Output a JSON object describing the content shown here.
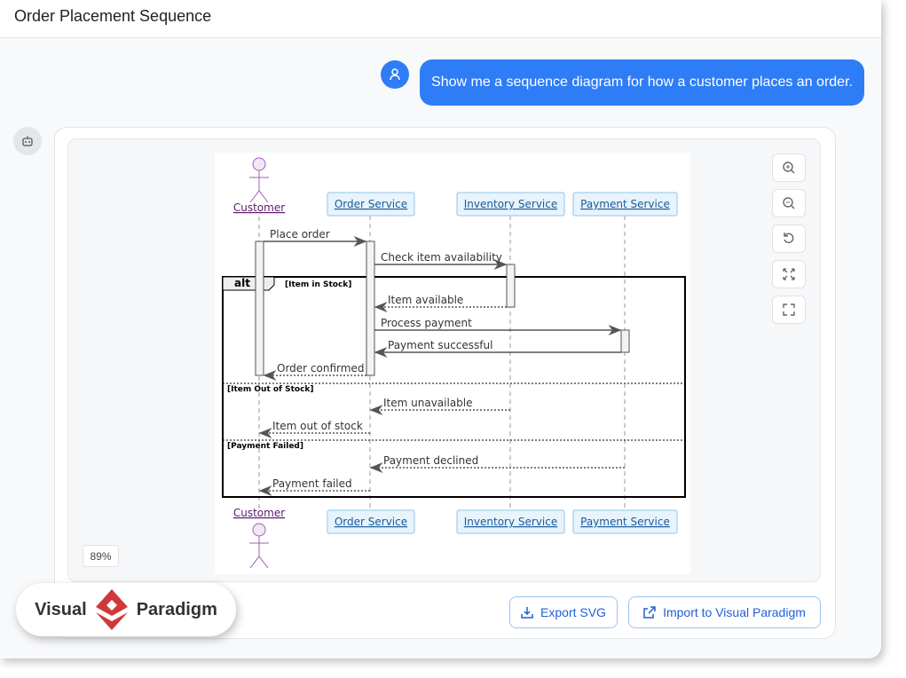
{
  "header": {
    "title": "Order Placement Sequence"
  },
  "chat": {
    "user_message": "Show me a sequence diagram for how a customer places an order."
  },
  "diagram": {
    "participants": [
      {
        "name": "Customer",
        "type": "actor"
      },
      {
        "name": "Order Service",
        "type": "participant"
      },
      {
        "name": "Inventory Service",
        "type": "participant"
      },
      {
        "name": "Payment Service",
        "type": "participant"
      }
    ],
    "messages": [
      {
        "from": 0,
        "to": 1,
        "label": "Place order",
        "style": "solid"
      },
      {
        "from": 1,
        "to": 2,
        "label": "Check item availability",
        "style": "solid"
      },
      {
        "from": 2,
        "to": 1,
        "label": "Item available",
        "style": "dashed"
      },
      {
        "from": 1,
        "to": 3,
        "label": "Process payment",
        "style": "solid"
      },
      {
        "from": 3,
        "to": 1,
        "label": "Payment successful",
        "style": "solid"
      },
      {
        "from": 1,
        "to": 0,
        "label": "Order confirmed",
        "style": "dashed"
      },
      {
        "from": 2,
        "to": 1,
        "label": "Item unavailable",
        "style": "dashed"
      },
      {
        "from": 1,
        "to": 0,
        "label": "Item out of stock",
        "style": "dashed"
      },
      {
        "from": 3,
        "to": 1,
        "label": "Payment declined",
        "style": "dashed"
      },
      {
        "from": 1,
        "to": 0,
        "label": "Payment failed",
        "style": "dashed"
      }
    ],
    "fragment": {
      "type": "alt",
      "guards": [
        "[Item in Stock]",
        "[Item Out of Stock]",
        "[Payment Failed]"
      ]
    }
  },
  "controls": {
    "zoom_level": "89%",
    "icons": [
      "zoom-in-icon",
      "zoom-out-icon",
      "reset-icon",
      "fit-icon",
      "fullscreen-icon"
    ]
  },
  "actions": {
    "export_label": "Export SVG",
    "import_label": "Import to Visual Paradigm"
  },
  "logo": {
    "left": "Visual",
    "right": "Paradigm"
  },
  "colors": {
    "accent": "#2f7df6",
    "actor": "#a15fb5",
    "participant_fill": "#e8f4fd",
    "participant_border": "#8fc3e8"
  }
}
